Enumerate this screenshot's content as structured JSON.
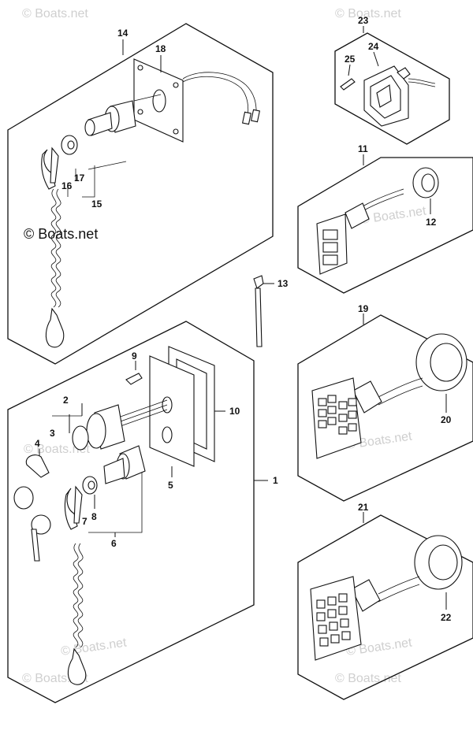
{
  "title": "",
  "watermark": {
    "main": "© Boats.net",
    "faint": "© Boats.net"
  },
  "callouts": [
    "1",
    "2",
    "3",
    "4",
    "5",
    "6",
    "7",
    "8",
    "9",
    "10",
    "11",
    "12",
    "13",
    "14",
    "15",
    "16",
    "17",
    "18",
    "19",
    "20",
    "21",
    "22",
    "23",
    "24",
    "25"
  ],
  "groups": [
    {
      "id": "14",
      "name": "group-14",
      "parts": [
        "15",
        "16",
        "17",
        "18"
      ]
    },
    {
      "id": "23",
      "name": "group-23",
      "parts": [
        "24",
        "25"
      ]
    },
    {
      "id": "11",
      "name": "group-11",
      "parts": [
        "12"
      ]
    },
    {
      "id": "13",
      "name": "part-13",
      "parts": []
    },
    {
      "id": "19",
      "name": "group-19",
      "parts": [
        "20"
      ]
    },
    {
      "id": "1",
      "name": "group-1",
      "parts": [
        "2",
        "3",
        "4",
        "5",
        "6",
        "7",
        "8",
        "9",
        "10"
      ]
    },
    {
      "id": "21",
      "name": "group-21",
      "parts": [
        "22"
      ]
    }
  ]
}
